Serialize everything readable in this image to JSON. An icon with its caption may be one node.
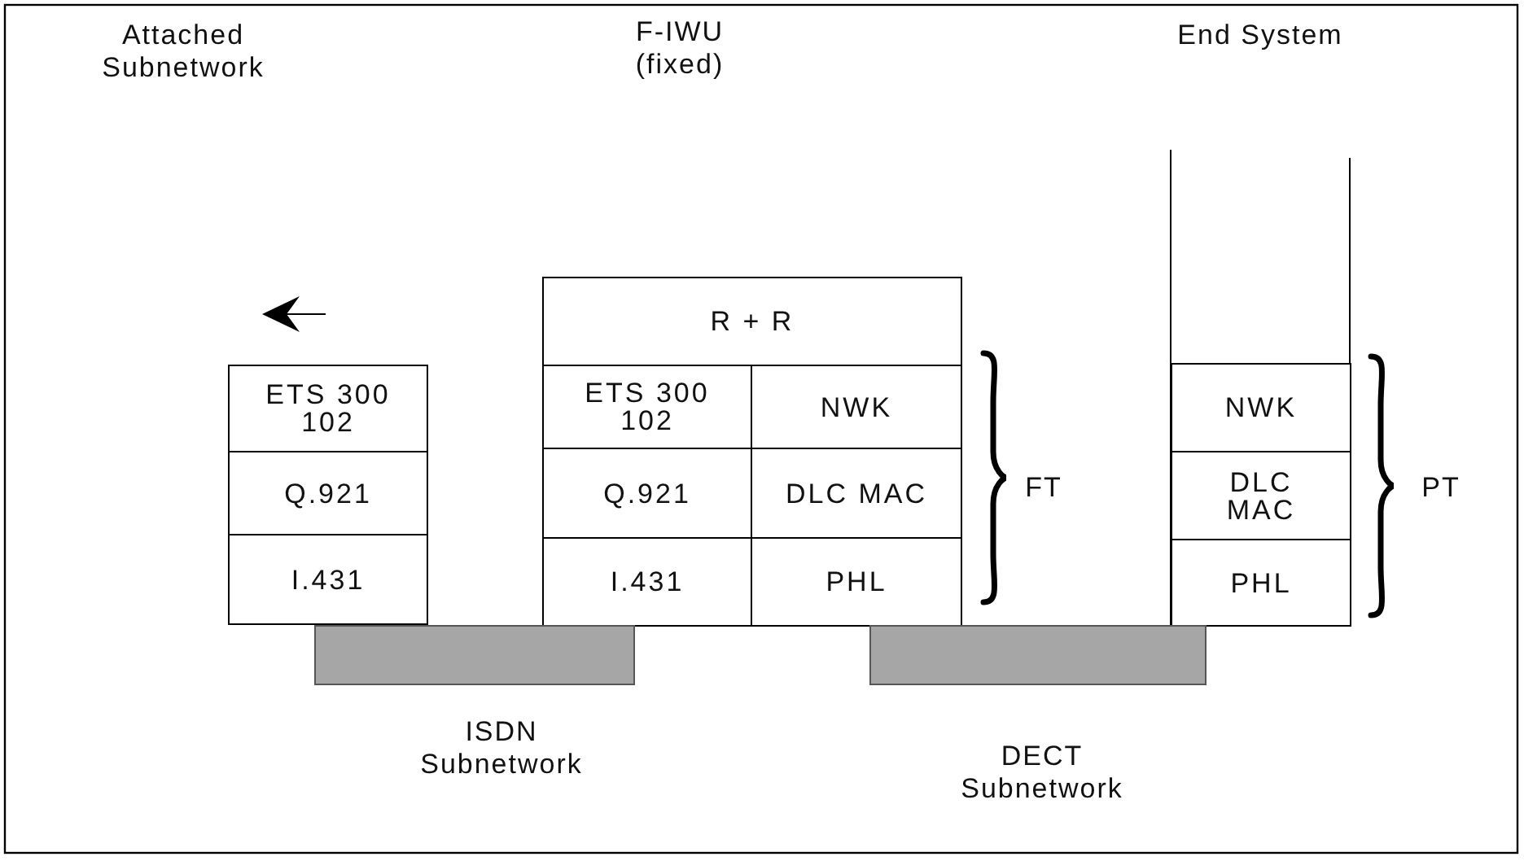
{
  "diagram": {
    "nodes": [
      {
        "text": [
          "ETS 300 102"
        ]
      },
      {
        "text": [
          "Q.921"
        ]
      },
      {
        "text": [
          "I.431"
        ]
      },
      {
        "text": [
          "R + R"
        ]
      },
      {
        "text": [
          "ETS 300 102"
        ]
      },
      {
        "text": [
          "NWK"
        ]
      },
      {
        "text": [
          "Q.921"
        ]
      },
      {
        "text": [
          "DLC MAC"
        ]
      },
      {
        "text": [
          "I.431"
        ]
      },
      {
        "text": [
          "PHL"
        ]
      },
      {
        "text": [
          "NWK"
        ]
      },
      {
        "text": [
          "DLC MAC"
        ]
      },
      {
        "text": [
          "PHL"
        ]
      },
      {
        "text": [],
        "shape": "bar",
        "beside": [
          "ISDN Subnetwork"
        ]
      },
      {
        "text": [],
        "shape": "bar",
        "beside": [
          "DECT Subnetwork"
        ]
      }
    ],
    "edges": [],
    "labels": [
      "Attached Subnetwork",
      "F-IWU (fixed)",
      "End System",
      "FT",
      "PT"
    ]
  }
}
